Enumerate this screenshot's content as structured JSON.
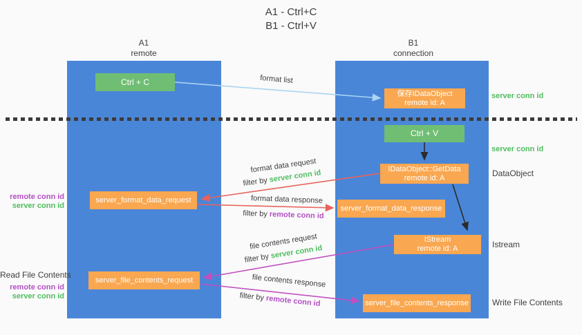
{
  "title": {
    "line1": "A1 - Ctrl+C",
    "line2": "B1 - Ctrl+V"
  },
  "columns": {
    "left": {
      "id": "A1",
      "role": "remote"
    },
    "right": {
      "id": "B1",
      "role": "connection"
    }
  },
  "nodes": {
    "ctrl_c": {
      "label": "Ctrl + C"
    },
    "save_idataobject": {
      "line1": "保存IDataObject",
      "line2": "remote id: A"
    },
    "ctrl_v": {
      "label": "Ctrl + V"
    },
    "idataobject_getdata": {
      "line1": "IDataObject::GetData",
      "line2": "remote id: A"
    },
    "server_format_data_request": {
      "label": "server_format_data_request"
    },
    "server_format_data_response": {
      "label": "server_format_data_response"
    },
    "istream": {
      "line1": "IStream",
      "line2": "remote id: A"
    },
    "server_file_contents_request": {
      "label": "server_file_contents_request"
    },
    "server_file_contents_response": {
      "label": "server_file_contents_response"
    }
  },
  "labels": {
    "server_conn_id": "server conn id",
    "remote_conn_id": "remote conn id",
    "dataobject": "DataObject",
    "istream": "Istream",
    "write_file_contents": "Write File Contents",
    "read_file_contents": "Read File Contents",
    "filter_by": "filter by"
  },
  "arrows": {
    "format_list": "format list",
    "format_data_request": "format data request",
    "format_data_response": "format data response",
    "file_contents_request": "file contents request",
    "file_contents_response": "file contents response"
  },
  "colors": {
    "column_blue": "#4a86d8",
    "node_orange": "#f9a750",
    "node_green": "#6fbe73",
    "green_text": "#4fbd5f",
    "purple_text": "#b34fc5",
    "red_arrow": "#e8635c",
    "magenta_arrow": "#c050c0",
    "lightblue_arrow": "#aad4f2",
    "black_arrow": "#2b2b2b"
  }
}
